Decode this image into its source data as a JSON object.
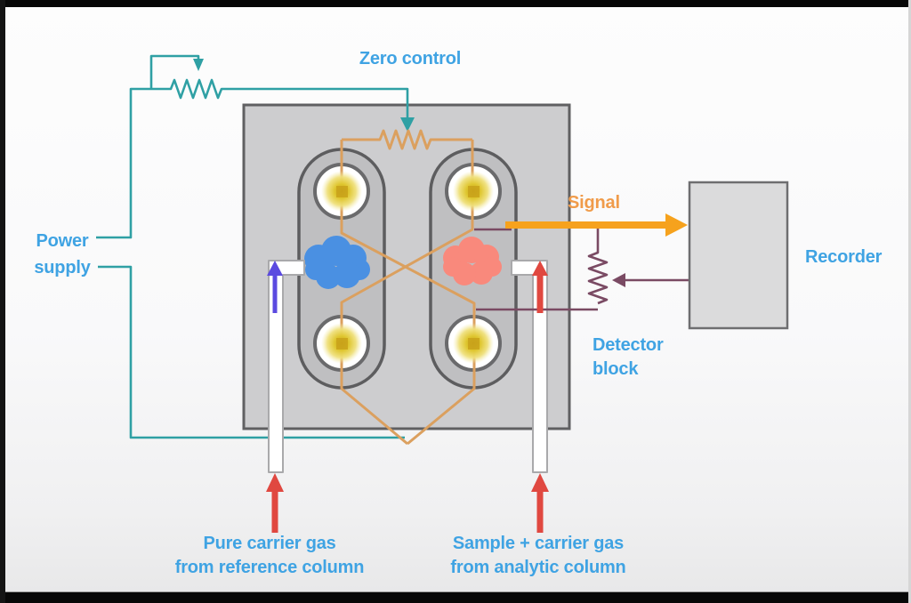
{
  "diagram": {
    "zero_control": {
      "label": "Zero control"
    },
    "power_supply": {
      "line1": "Power",
      "line2": "supply"
    },
    "signal": {
      "label": "Signal"
    },
    "recorder": {
      "label": "Recorder"
    },
    "detector_block": {
      "line1": "Detector",
      "line2": "block"
    },
    "reference_inlet": {
      "line1": "Pure carrier gas",
      "line2": "from reference column"
    },
    "sample_inlet": {
      "line1": "Sample + carrier gas",
      "line2": "from analytic column"
    }
  },
  "colors": {
    "label_blue": "#3fa3e3",
    "signal_orange_text": "#f09b4a",
    "signal_arrow_orange": "#f6a21d",
    "wire_teal": "#2fa0a4",
    "wire_orange": "#dba05f",
    "wire_maroon": "#7a4a63",
    "inlet_arrow_red": "#e04840",
    "reference_arrow_blue": "#5b4ae0",
    "reference_cloud_blue": "#4a90e2",
    "sample_cloud_red": "#f9897c",
    "block_gray": "#cdcdcf",
    "capsule_gray": "#bfbfc1",
    "filament_yellow": "#e6d23f",
    "recorder_gray": "#dbdbdc"
  }
}
